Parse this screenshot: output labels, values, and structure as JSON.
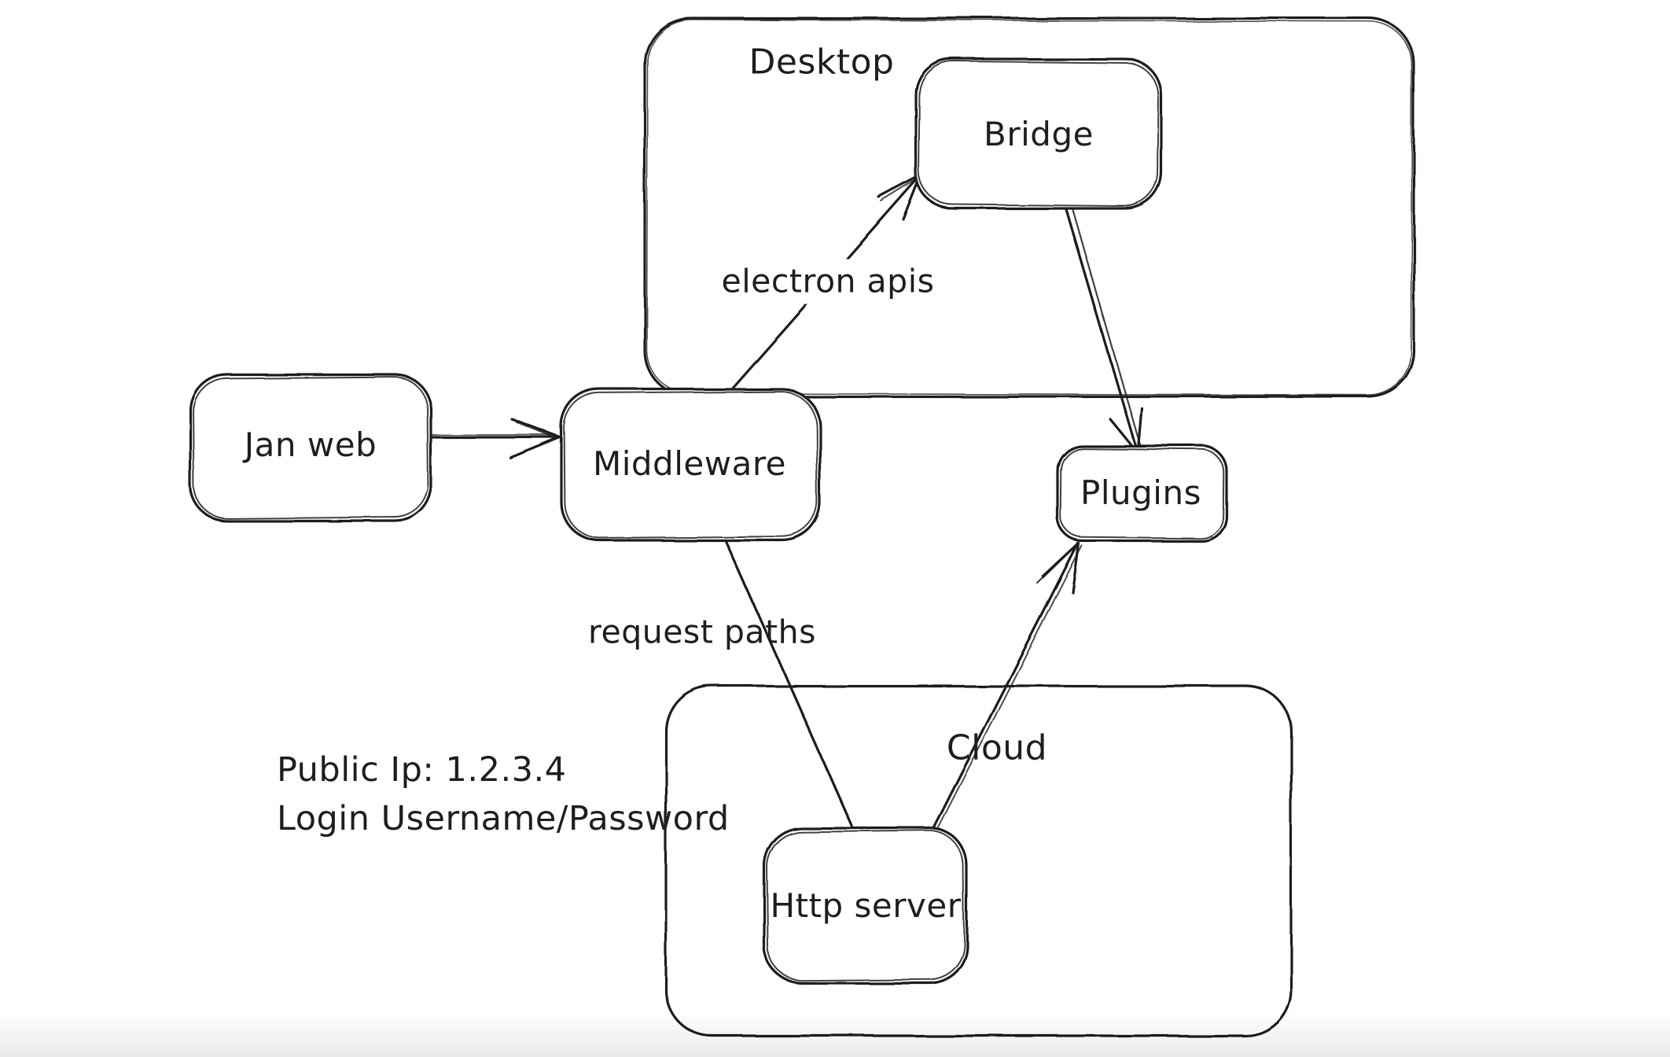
{
  "diagram": {
    "background_color": "#ffffff",
    "stroke_color": "#1e1e1e",
    "containers": [
      {
        "id": "desktop",
        "label": "Desktop"
      },
      {
        "id": "cloud",
        "label": "Cloud"
      }
    ],
    "nodes": [
      {
        "id": "jan-web",
        "label": "Jan web",
        "container": null
      },
      {
        "id": "bridge",
        "label": "Bridge",
        "container": "desktop"
      },
      {
        "id": "middleware",
        "label": "Middleware",
        "container": null
      },
      {
        "id": "plugins",
        "label": "Plugins",
        "container": null
      },
      {
        "id": "http-server",
        "label": "Http server",
        "container": "cloud"
      }
    ],
    "edges": [
      {
        "from": "jan-web",
        "to": "middleware",
        "label": "",
        "arrowhead": true
      },
      {
        "from": "middleware",
        "to": "bridge",
        "label": "electron apis",
        "arrowhead": true
      },
      {
        "from": "bridge",
        "to": "plugins",
        "label": "",
        "arrowhead": true
      },
      {
        "from": "middleware",
        "to": "http-server",
        "label": "request paths",
        "arrowhead": false
      },
      {
        "from": "http-server",
        "to": "plugins",
        "label": "",
        "arrowhead": true
      }
    ],
    "notes": [
      {
        "lines": [
          "Public Ip: 1.2.3.4",
          "Login Username/Password"
        ]
      }
    ]
  }
}
